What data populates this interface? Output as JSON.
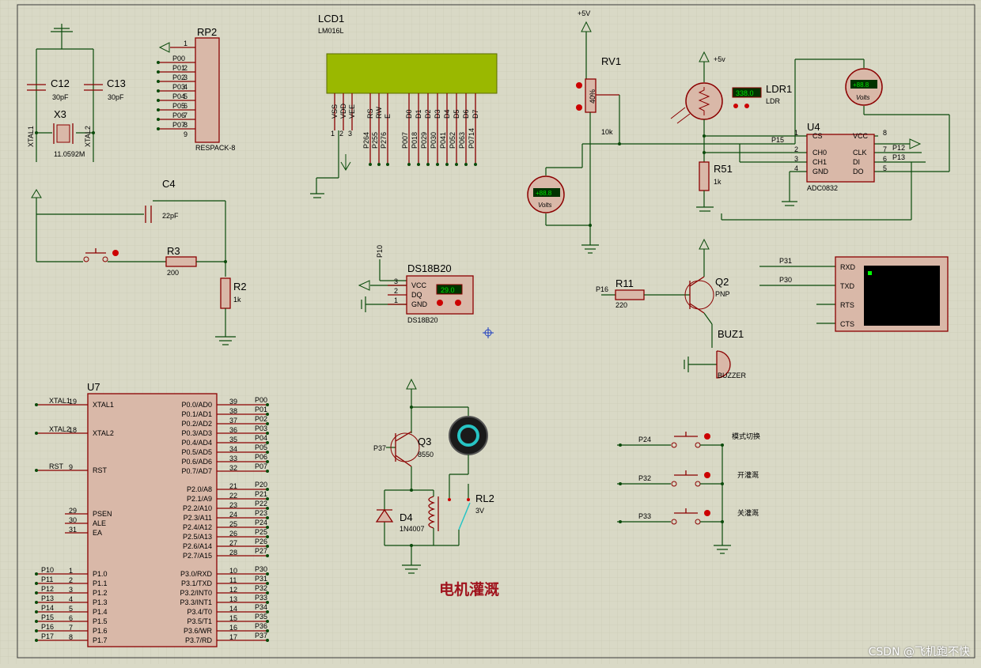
{
  "title": "电机灌溉",
  "watermark": "CSDN @飞机跑不快",
  "components": {
    "c12": {
      "ref": "C12",
      "value": "30pF"
    },
    "c13": {
      "ref": "C13",
      "value": "30pF"
    },
    "x3": {
      "ref": "X3",
      "value": "11.0592M",
      "pin1": "XTAL1",
      "pin2": "XTAL2"
    },
    "rp2": {
      "ref": "RP2",
      "value": "RESPACK-8",
      "pins": [
        "P00",
        "P01",
        "P02",
        "P03",
        "P04",
        "P05",
        "P06",
        "P07"
      ],
      "pinnums": [
        "1",
        "2",
        "3",
        "4",
        "5",
        "6",
        "7",
        "8",
        "9"
      ]
    },
    "c4": {
      "ref": "C4",
      "value": "22pF"
    },
    "r3": {
      "ref": "R3",
      "value": "200"
    },
    "r2": {
      "ref": "R2",
      "value": "1k"
    },
    "lcd1": {
      "ref": "LCD1",
      "value": "LM016L",
      "pins": [
        "VSS",
        "VDD",
        "VEE",
        "RS",
        "RW",
        "E",
        "D0",
        "D1",
        "D2",
        "D3",
        "D4",
        "D5",
        "D6",
        "D7"
      ],
      "nets": [
        "P264",
        "P255",
        "P276",
        "P007",
        "P018",
        "P029",
        "P030",
        "P041",
        "P052",
        "P063",
        "P0714"
      ],
      "pinnums": [
        "1",
        "2",
        "3"
      ]
    },
    "rv1": {
      "ref": "RV1",
      "value": "10k",
      "supply": "+5V",
      "percent": "40%"
    },
    "ldr1": {
      "ref": "LDR1",
      "value": "LDR",
      "reading": "338.0",
      "supply": "+5v"
    },
    "r51": {
      "ref": "R51",
      "value": "1k"
    },
    "u4": {
      "ref": "U4",
      "value": "ADC0832",
      "left_pins": [
        "CS",
        "CH0",
        "CH1",
        "GND"
      ],
      "right_pins": [
        "VCC",
        "CLK",
        "DI",
        "DO"
      ],
      "left_nums": [
        "1",
        "2",
        "3",
        "4"
      ],
      "right_nums": [
        "8",
        "7",
        "6",
        "5"
      ],
      "net_cs": "P15",
      "net_clk": "P12",
      "net_do": "P13"
    },
    "volt1": {
      "display": "+88.8",
      "label": "Volts"
    },
    "volt2": {
      "display": "+88.8",
      "label": "Volts"
    },
    "ds18b20": {
      "ref": "DS18B20",
      "value": "DS18B20",
      "pins": [
        "VCC",
        "DQ",
        "GND"
      ],
      "pinnums": [
        "3",
        "2",
        "1"
      ],
      "reading": "29.0",
      "net": "P10"
    },
    "r11": {
      "ref": "R11",
      "value": "220",
      "net": "P16"
    },
    "q2": {
      "ref": "Q2",
      "value": "PNP"
    },
    "buz1": {
      "ref": "BUZ1",
      "value": "BUZZER"
    },
    "terminal": {
      "pins": [
        "RXD",
        "TXD",
        "RTS",
        "CTS"
      ],
      "nets": [
        "P31",
        "P30"
      ]
    },
    "u7": {
      "ref": "U7",
      "left_pins": [
        {
          "name": "XTAL1",
          "num": "19",
          "net": "XTAL1"
        },
        {
          "name": "XTAL2",
          "num": "18",
          "net": "XTAL2"
        },
        {
          "name": "RST",
          "num": "9",
          "net": "RST"
        },
        {
          "name": "PSEN",
          "num": "29",
          "net": ""
        },
        {
          "name": "ALE",
          "num": "30",
          "net": ""
        },
        {
          "name": "EA",
          "num": "31",
          "net": ""
        },
        {
          "name": "P1.0",
          "num": "1",
          "net": "P10"
        },
        {
          "name": "P1.1",
          "num": "2",
          "net": "P11"
        },
        {
          "name": "P1.2",
          "num": "3",
          "net": "P12"
        },
        {
          "name": "P1.3",
          "num": "4",
          "net": "P13"
        },
        {
          "name": "P1.4",
          "num": "5",
          "net": "P14"
        },
        {
          "name": "P1.5",
          "num": "6",
          "net": "P15"
        },
        {
          "name": "P1.6",
          "num": "7",
          "net": "P16"
        },
        {
          "name": "P1.7",
          "num": "8",
          "net": "P17"
        }
      ],
      "right_pins": [
        {
          "name": "P0.0/AD0",
          "num": "39",
          "net": "P00"
        },
        {
          "name": "P0.1/AD1",
          "num": "38",
          "net": "P01"
        },
        {
          "name": "P0.2/AD2",
          "num": "37",
          "net": "P02"
        },
        {
          "name": "P0.3/AD3",
          "num": "36",
          "net": "P03"
        },
        {
          "name": "P0.4/AD4",
          "num": "35",
          "net": "P04"
        },
        {
          "name": "P0.5/AD5",
          "num": "34",
          "net": "P05"
        },
        {
          "name": "P0.6/AD6",
          "num": "33",
          "net": "P06"
        },
        {
          "name": "P0.7/AD7",
          "num": "32",
          "net": "P07"
        },
        {
          "name": "P2.0/A8",
          "num": "21",
          "net": "P20"
        },
        {
          "name": "P2.1/A9",
          "num": "22",
          "net": "P21"
        },
        {
          "name": "P2.2/A10",
          "num": "23",
          "net": "P22"
        },
        {
          "name": "P2.3/A11",
          "num": "24",
          "net": "P23"
        },
        {
          "name": "P2.4/A12",
          "num": "25",
          "net": "P24"
        },
        {
          "name": "P2.5/A13",
          "num": "26",
          "net": "P25"
        },
        {
          "name": "P2.6/A14",
          "num": "27",
          "net": "P26"
        },
        {
          "name": "P2.7/A15",
          "num": "28",
          "net": "P27"
        },
        {
          "name": "P3.0/RXD",
          "num": "10",
          "net": "P30"
        },
        {
          "name": "P3.1/TXD",
          "num": "11",
          "net": "P31"
        },
        {
          "name": "P3.2/INT0",
          "num": "12",
          "net": "P32"
        },
        {
          "name": "P3.3/INT1",
          "num": "13",
          "net": "P33"
        },
        {
          "name": "P3.4/T0",
          "num": "14",
          "net": "P34"
        },
        {
          "name": "P3.5/T1",
          "num": "15",
          "net": "P35"
        },
        {
          "name": "P3.6/WR",
          "num": "16",
          "net": "P36"
        },
        {
          "name": "P3.7/RD",
          "num": "17",
          "net": "P37"
        }
      ]
    },
    "q3": {
      "ref": "Q3",
      "value": "8550",
      "net": "P37"
    },
    "d4": {
      "ref": "D4",
      "value": "1N4007"
    },
    "rl2": {
      "ref": "RL2",
      "value": "3V"
    },
    "buttons": [
      {
        "net": "P24",
        "label": "模式切换"
      },
      {
        "net": "P32",
        "label": "开灌溉"
      },
      {
        "net": "P33",
        "label": "关灌溉"
      }
    ]
  },
  "colors": {
    "background": "#d9d9c6",
    "grid": "#c4c4ad",
    "component": "#8b0000",
    "wire": "#0a4a0a",
    "lcd": "#9ab800",
    "display": "#00cc00"
  }
}
